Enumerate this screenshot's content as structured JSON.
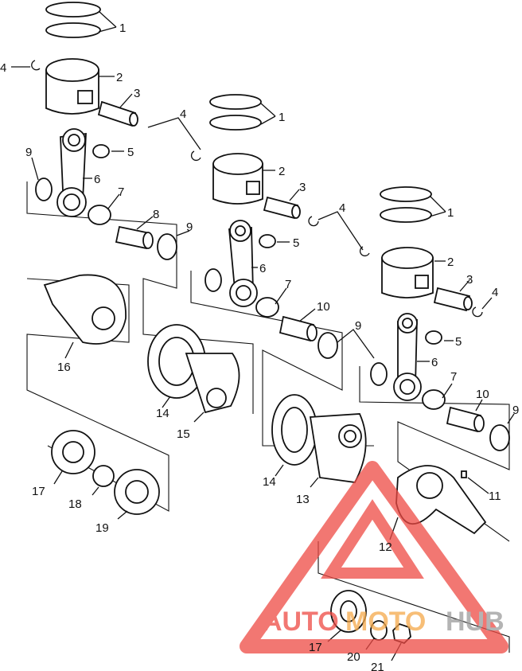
{
  "diagram": {
    "callouts": [
      {
        "id": "c1a",
        "text": "1"
      },
      {
        "id": "c2a",
        "text": "2"
      },
      {
        "id": "c3a",
        "text": "3"
      },
      {
        "id": "c4a",
        "text": "4"
      },
      {
        "id": "c4b",
        "text": "4"
      },
      {
        "id": "c5a",
        "text": "5"
      },
      {
        "id": "c6a",
        "text": "6"
      },
      {
        "id": "c7a",
        "text": "7"
      },
      {
        "id": "c8a",
        "text": "8"
      },
      {
        "id": "c9a",
        "text": "9"
      },
      {
        "id": "c9b",
        "text": "9"
      },
      {
        "id": "c16",
        "text": "16"
      },
      {
        "id": "c14a",
        "text": "14"
      },
      {
        "id": "c15",
        "text": "15"
      },
      {
        "id": "c17a",
        "text": "17"
      },
      {
        "id": "c18",
        "text": "18"
      },
      {
        "id": "c19",
        "text": "19"
      },
      {
        "id": "c1b",
        "text": "1"
      },
      {
        "id": "c2b",
        "text": "2"
      },
      {
        "id": "c3b",
        "text": "3"
      },
      {
        "id": "c4c",
        "text": "4"
      },
      {
        "id": "c5b",
        "text": "5"
      },
      {
        "id": "c6b",
        "text": "6"
      },
      {
        "id": "c7b",
        "text": "7"
      },
      {
        "id": "c10a",
        "text": "10"
      },
      {
        "id": "c9c",
        "text": "9"
      },
      {
        "id": "c14b",
        "text": "14"
      },
      {
        "id": "c13",
        "text": "13"
      },
      {
        "id": "c1c",
        "text": "1"
      },
      {
        "id": "c2c",
        "text": "2"
      },
      {
        "id": "c3c",
        "text": "3"
      },
      {
        "id": "c4d",
        "text": "4"
      },
      {
        "id": "c5c",
        "text": "5"
      },
      {
        "id": "c6c",
        "text": "6"
      },
      {
        "id": "c7c",
        "text": "7"
      },
      {
        "id": "c10b",
        "text": "10"
      },
      {
        "id": "c9d",
        "text": "9"
      },
      {
        "id": "c11",
        "text": "11"
      },
      {
        "id": "c12",
        "text": "12"
      },
      {
        "id": "c17b",
        "text": "17"
      },
      {
        "id": "c20",
        "text": "20"
      },
      {
        "id": "c21",
        "text": "21"
      }
    ]
  },
  "watermark": {
    "text_red": "AUTO",
    "text_orange": "MOTO",
    "text_gray": "HUB",
    "color_red": "#ee4a44",
    "color_orange": "#f5a94a",
    "color_gray": "#9c9c9c"
  }
}
